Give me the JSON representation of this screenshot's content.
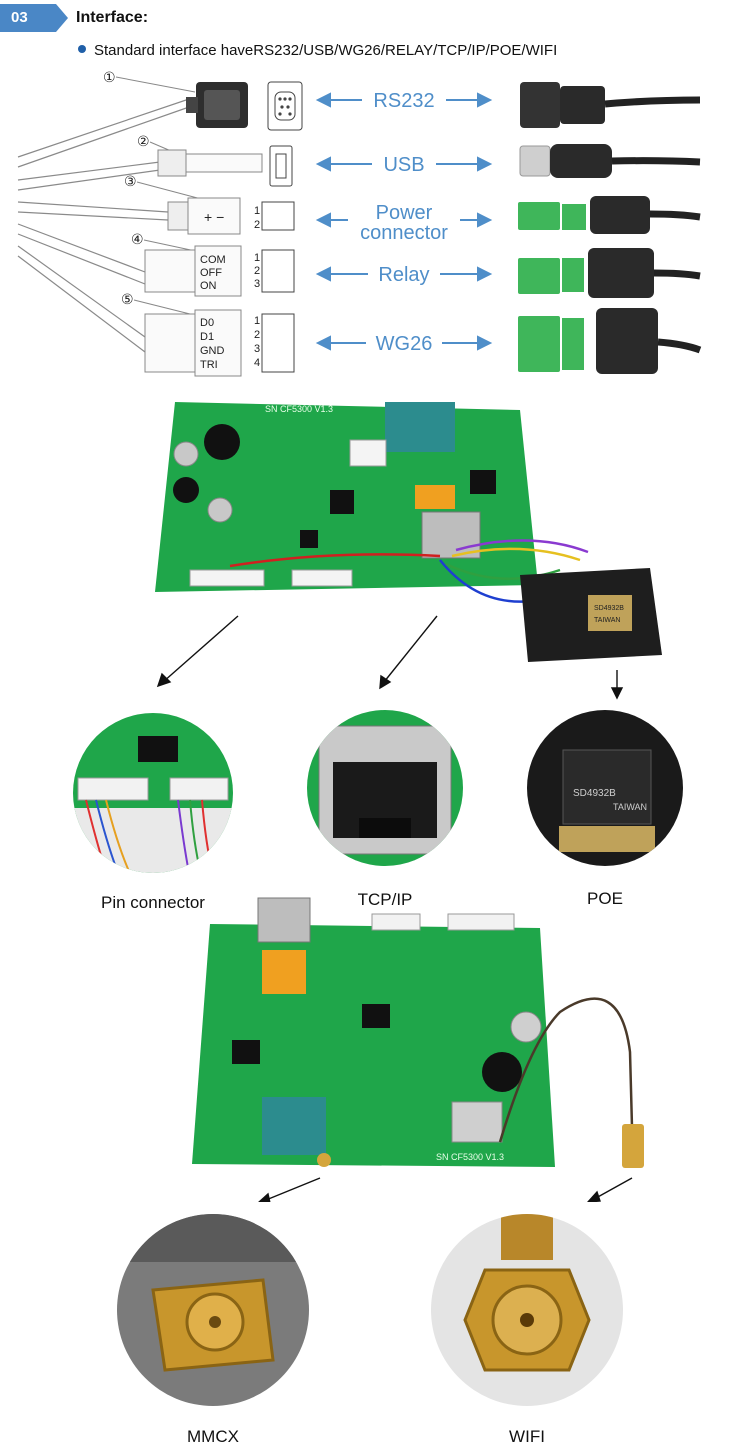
{
  "header": {
    "badge": "03",
    "title": "Interface:"
  },
  "intro": {
    "bullet": "Standard interface haveRS232/USB/WG26/RELAY/TCP/IP/POE/WIFI"
  },
  "interfaces": [
    {
      "num": "①",
      "label": "RS232"
    },
    {
      "num": "②",
      "label": "USB"
    },
    {
      "num": "③",
      "label_line1": "Power",
      "label_line2": "connector",
      "polarity": "+  −",
      "pins": [
        "1",
        "2"
      ]
    },
    {
      "num": "④",
      "label": "Relay",
      "terminals": [
        "COM",
        "OFF",
        "ON"
      ],
      "pins": [
        "1",
        "2",
        "3"
      ]
    },
    {
      "num": "⑤",
      "label": "WG26",
      "terminals": [
        "D0",
        "D1",
        "GND",
        "TRI"
      ],
      "pins": [
        "1",
        "2",
        "3",
        "4"
      ]
    }
  ],
  "board_top": {
    "silk": "SN CF5300 V1.3",
    "poe_chip": "SD4932B",
    "poe_origin": "TAIWAN"
  },
  "board_bottom": {
    "silk": "SN CF5300 V1.3"
  },
  "details_row1": [
    {
      "caption": "Pin connector"
    },
    {
      "caption": "TCP/IP"
    },
    {
      "caption": "POE",
      "chip": "SD4932B",
      "origin": "TAIWAN"
    }
  ],
  "details_row2": [
    {
      "caption": "MMCX"
    },
    {
      "caption": "WIFI"
    }
  ],
  "colors": {
    "badge": "#4a87c6",
    "bullet": "#1f5fa8",
    "interface_label": "#4f8ec9",
    "pcb": "#1fa64a",
    "terminal_green": "#3fb65a"
  }
}
